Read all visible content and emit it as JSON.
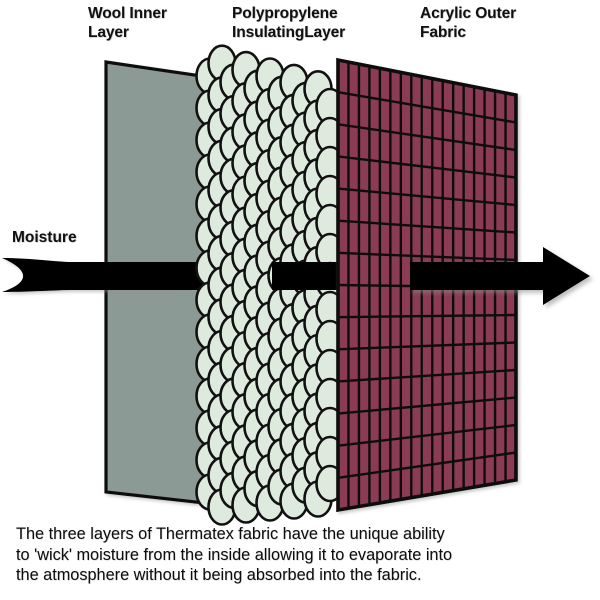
{
  "diagram": {
    "title_labels": {
      "wool": "Wool Inner\nLayer",
      "polypropylene": "Polypropylene\nInsulatingLayer",
      "acrylic": "Acrylic Outer\nFabric"
    },
    "moisture_label": "Moisture",
    "caption": "The three layers of Thermatex fabric have the unique ability\nto 'wick' moisture from the inside  allowing it to evaporate into\nthe atmosphere without it being absorbed into the fabric.",
    "colors": {
      "wool_layer": "#8b9a94",
      "polypropylene_bubble": "#dfeade",
      "acrylic_layer": "#8b3a52",
      "outline": "#111111",
      "arrow": "#000000",
      "background": "#ffffff",
      "text": "#111111"
    },
    "layers": [
      {
        "name": "wool-inner-layer",
        "type": "solid-panel",
        "fill": "#8b9a94"
      },
      {
        "name": "polypropylene-layer",
        "type": "bubble-array",
        "fill": "#dfeade",
        "rows": 14,
        "columns": 11
      },
      {
        "name": "acrylic-outer-fabric",
        "type": "grid-panel",
        "fill": "#8b3a52",
        "rows": 14,
        "columns": 17
      }
    ],
    "arrow": {
      "name": "moisture-flow-arrow",
      "direction": "left-to-right",
      "segments": 3
    }
  }
}
